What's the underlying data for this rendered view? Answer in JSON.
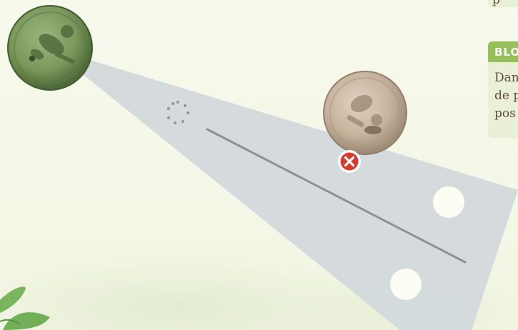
{
  "rules_panel": {
    "above_text": "p",
    "header": "BLO",
    "lines": [
      "Dan",
      "de p",
      "pos"
    ]
  },
  "tokens": {
    "attacker": {
      "name": "green-unit-token",
      "color": "#7d9a5e"
    },
    "target": {
      "name": "tan-unit-token",
      "color": "#c4b09a"
    }
  },
  "line_of_sight": {
    "status": "blocked",
    "status_icon": "x-mark-icon",
    "status_color": "#d93a30"
  },
  "colors": {
    "cone": "#d3d9dc",
    "background": "#f6f8ea",
    "panel_header": "#96c05a",
    "panel_body": "#eaf0d5"
  }
}
